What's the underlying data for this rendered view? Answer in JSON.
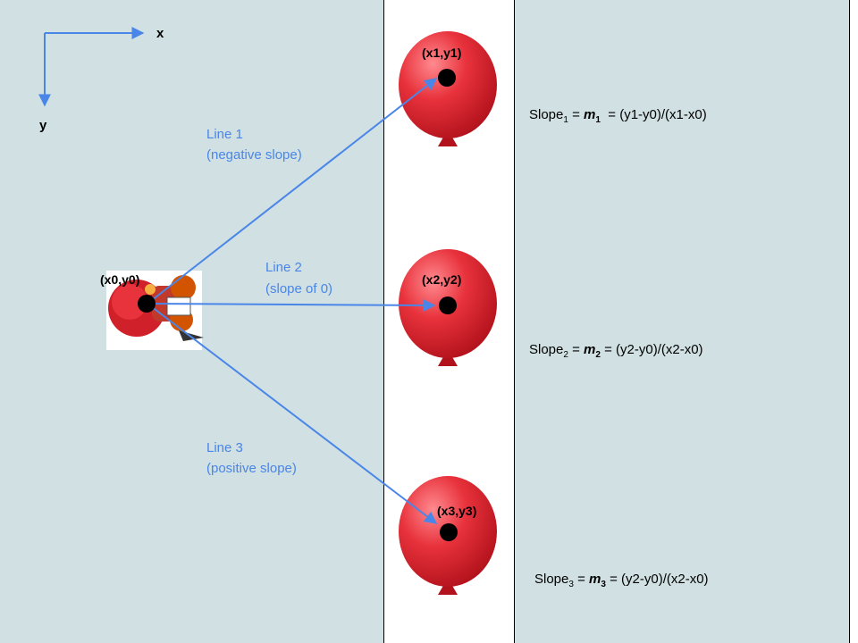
{
  "axes": {
    "x_label": "x",
    "y_label": "y"
  },
  "shooter": {
    "label": "(x0,y0)"
  },
  "balloons": [
    {
      "label": "(x1,y1)"
    },
    {
      "label": "(x2,y2)"
    },
    {
      "label": "(x3,y3)"
    }
  ],
  "lines": [
    {
      "name": "Line 1",
      "desc": "(negative slope)"
    },
    {
      "name": "Line 2",
      "desc": "(slope of 0)"
    },
    {
      "name": "Line 3",
      "desc": "(positive slope)"
    }
  ],
  "formulas": [
    {
      "prefix": "Slope",
      "sub": "1",
      "eq": " = ",
      "m": "m",
      "msub": "1",
      "expr": "  = (y1-y0)/(x1-x0)"
    },
    {
      "prefix": "Slope",
      "sub": "2",
      "eq": " = ",
      "m": "m",
      "msub": "2",
      "expr": " = (y2-y0)/(x2-x0)"
    },
    {
      "prefix": "Slope",
      "sub": "3",
      "eq": " = ",
      "m": "m",
      "msub": "3",
      "expr": " = (y2-y0)/(x2-x0)"
    }
  ],
  "colors": {
    "panel": "#d0e0e3",
    "track": "#ffffff",
    "arrow": "#4a86e8",
    "label_blue": "#4a86e8",
    "balloon": "#e8323c"
  }
}
